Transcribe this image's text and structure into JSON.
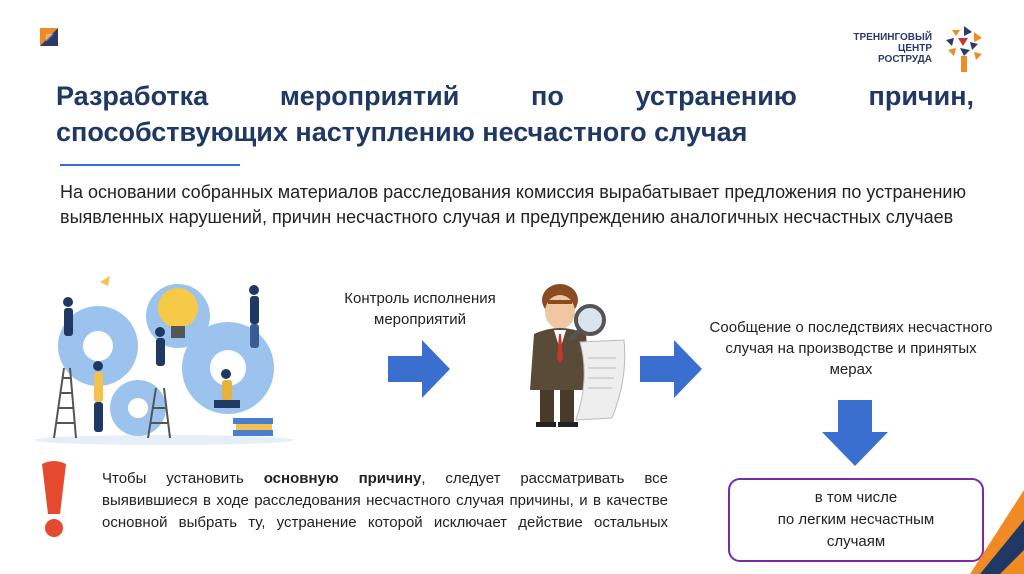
{
  "brand": {
    "line1": "ТРЕНИНГОВЫЙ",
    "line2": "ЦЕНТР",
    "line3": "РОСТРУДА"
  },
  "title": {
    "line1_words": [
      "Разработка",
      "мероприятий",
      "по",
      "устранению",
      "причин,"
    ],
    "line2": "способствующих наступлению несчастного случая"
  },
  "intro": "На основании собранных материалов расследования комиссия вырабатывает предложения по устранению выявленных нарушений, причин несчастного случая и предупреждению аналогичных несчастных случаев",
  "flow": {
    "control_label": "Контроль исполнения мероприятий",
    "report_label": "Сообщение о последствиях несчастного случая на производстве и принятых мерах"
  },
  "note": {
    "part1": "Чтобы установить ",
    "bold": "основную причину",
    "part2": ", следует рассматривать все выявившиеся в ходе расследования несчастного случая причины, и в качестве основной выбрать ту, устранение которой исключает действие остальных"
  },
  "callout": {
    "line1": "в том числе",
    "line2": "по легким несчастным",
    "line3": "случаям"
  },
  "colors": {
    "title": "#1f3864",
    "arrow": "#3a6fd0",
    "warning": "#e64a2e",
    "callout_border": "#7a2aa8",
    "brand_orange": "#f08a24",
    "brand_blue": "#2b3a67"
  },
  "icons": [
    "brand-corner-icon",
    "brand-mark-icon",
    "arrow-right-icon",
    "arrow-down-icon",
    "exclamation-icon"
  ]
}
